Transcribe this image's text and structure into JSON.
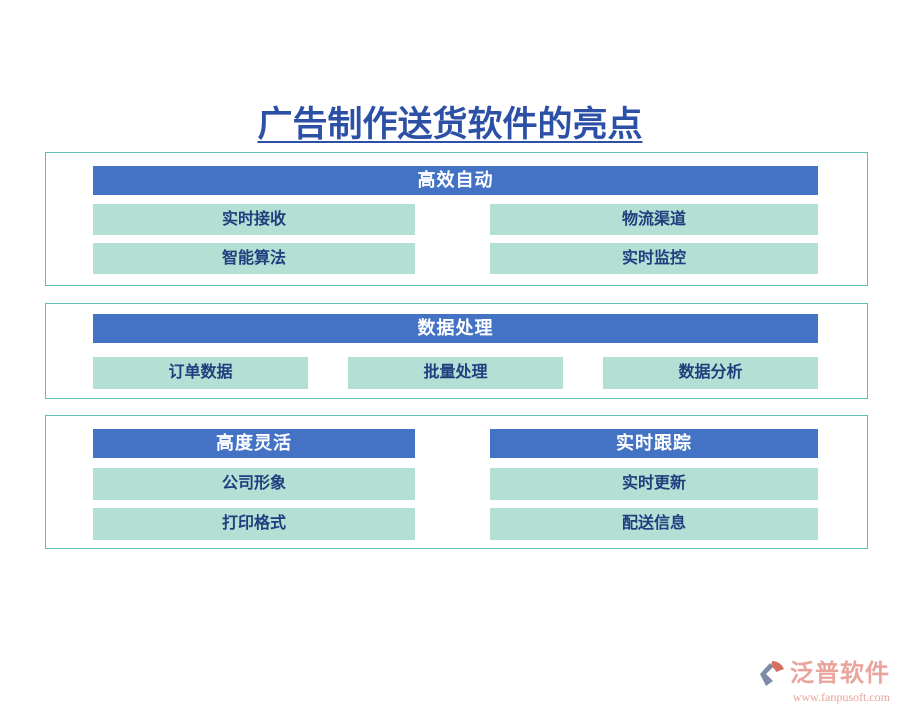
{
  "page": {
    "title": "广告制作送货软件的亮点"
  },
  "sections": [
    {
      "header": "高效自动",
      "items": [
        "实时接收",
        "物流渠道",
        "智能算法",
        "实时监控"
      ]
    },
    {
      "header": "数据处理",
      "items": [
        "订单数据",
        "批量处理",
        "数据分析"
      ]
    },
    {
      "columns": [
        {
          "header": "高度灵活",
          "items": [
            "公司形象",
            "打印格式"
          ]
        },
        {
          "header": "实时跟踪",
          "items": [
            "实时更新",
            "配送信息"
          ]
        }
      ]
    }
  ],
  "footer": {
    "brand": "泛普软件",
    "url": "www.fanpusoft.com"
  },
  "colors": {
    "header_blue": "#4473c5",
    "pill_green": "#b4dfd5",
    "border_teal": "#5fbdb4",
    "title_blue": "#2b50a5",
    "pill_text_blue": "#1f3e7e",
    "brand_salmon": "#e9a49c",
    "logo_slate": "#7e8ba6",
    "logo_coral": "#d4705e"
  }
}
